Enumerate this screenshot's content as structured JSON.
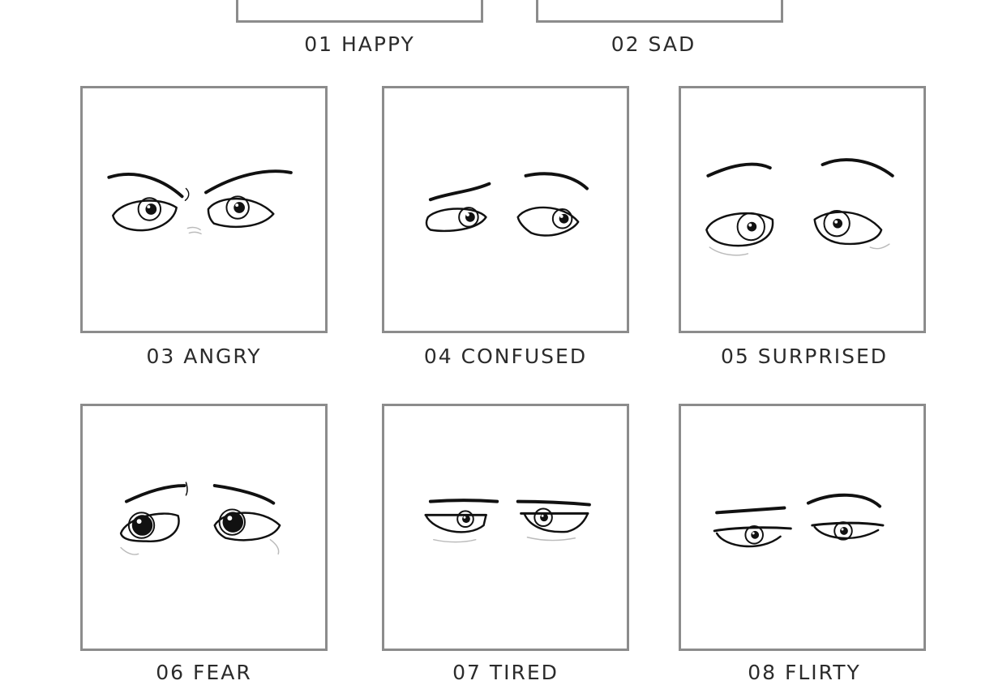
{
  "sheet": {
    "panels": [
      {
        "id": "happy",
        "label": "01 HAPPY"
      },
      {
        "id": "sad",
        "label": "02 SAD"
      },
      {
        "id": "angry",
        "label": "03 ANGRY"
      },
      {
        "id": "confused",
        "label": "04 CONFUSED"
      },
      {
        "id": "surprised",
        "label": "05 SURPRISED"
      },
      {
        "id": "fear",
        "label": "06 FEAR"
      },
      {
        "id": "tired",
        "label": "07 TIRED"
      },
      {
        "id": "flirty",
        "label": "08 FLIRTY"
      }
    ]
  },
  "colors": {
    "background": "#ffffff",
    "panel_border": "#8c8c8c",
    "ink": "#111111",
    "caption": "#2b2b2b"
  }
}
